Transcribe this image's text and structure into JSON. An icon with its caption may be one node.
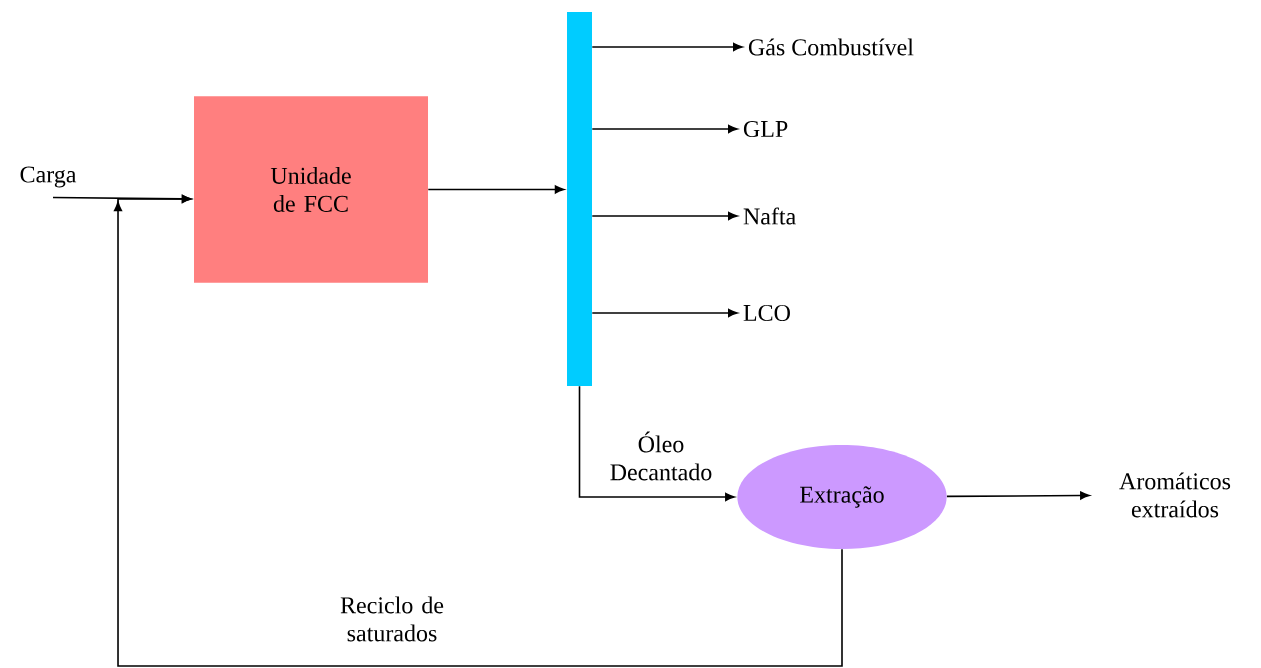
{
  "diagram": {
    "nodes": [
      {
        "text": [
          "Carga"
        ]
      },
      {
        "text": [
          "Unidade de FCC"
        ]
      },
      {
        "text": [],
        "shape": "bar"
      },
      {
        "text": [
          "Gás Combustível"
        ]
      },
      {
        "text": [
          "GLP"
        ]
      },
      {
        "text": [
          "Nafta"
        ]
      },
      {
        "text": [
          "LCO"
        ]
      },
      {
        "text": [
          "Extração"
        ]
      },
      {
        "text": [
          "Aromáticos extraídos"
        ]
      }
    ],
    "edges": [
      {
        "from": 0,
        "to": 1,
        "arrow": "to"
      },
      {
        "from": 1,
        "to": 2,
        "arrow": "to"
      },
      {
        "from": 2,
        "to": 3,
        "arrow": "to"
      },
      {
        "from": 2,
        "to": 4,
        "arrow": "to"
      },
      {
        "from": 2,
        "to": 5,
        "arrow": "to"
      },
      {
        "from": 2,
        "to": 6,
        "arrow": "to"
      },
      {
        "from": 2,
        "to": 7,
        "arrow": "to",
        "label": "Óleo Decantado"
      },
      {
        "from": 7,
        "to": 8,
        "arrow": "to"
      },
      {
        "from": 7,
        "to": 1,
        "arrow": "to",
        "label": "Reciclo de saturados"
      }
    ]
  }
}
